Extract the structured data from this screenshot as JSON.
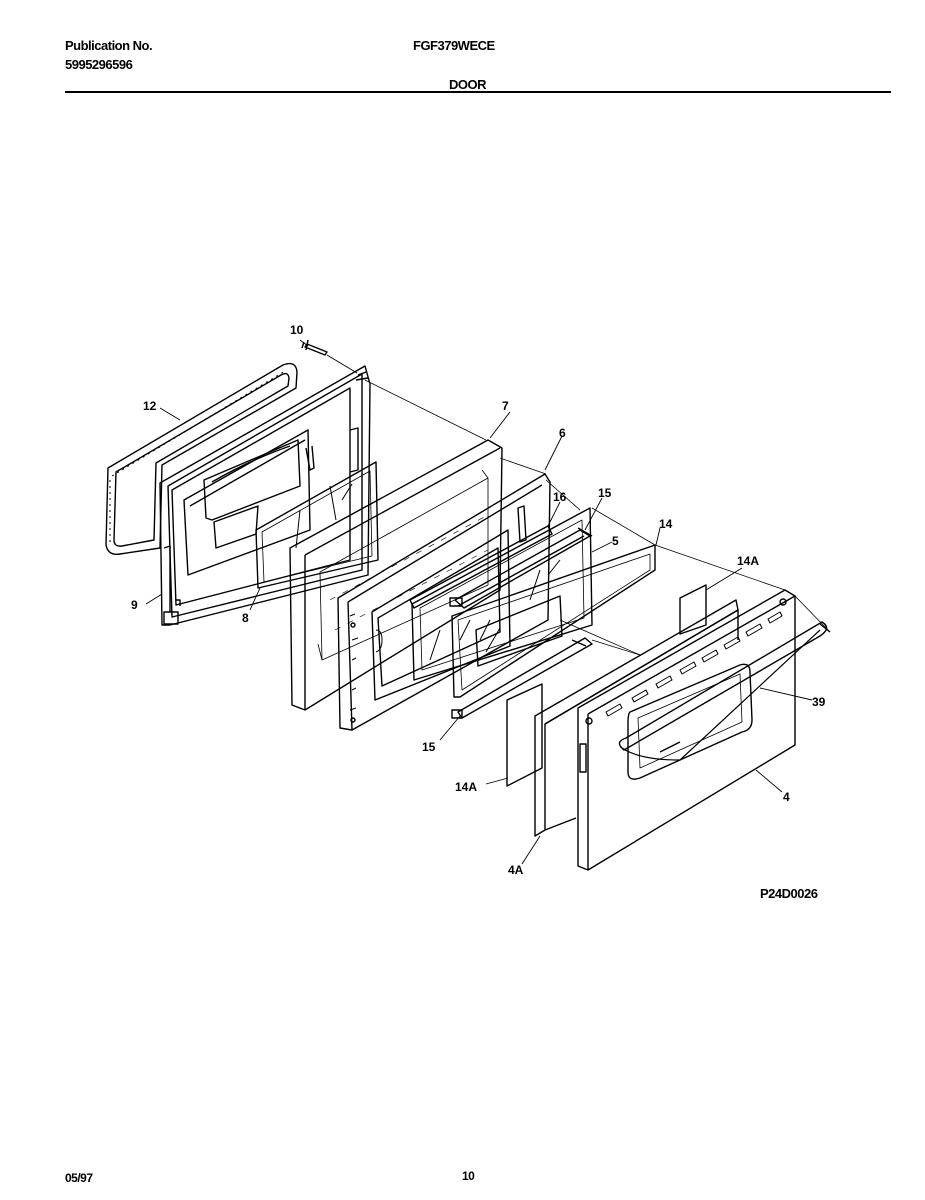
{
  "header": {
    "publication_label": "Publication No.",
    "publication_number": "5995296596",
    "model": "FGF379WECE",
    "section_title": "DOOR"
  },
  "diagram": {
    "callouts": {
      "c10": "10",
      "c12": "12",
      "c7": "7",
      "c6": "6",
      "c16": "16",
      "c15a": "15",
      "c5": "5",
      "c14": "14",
      "c14a_top": "14A",
      "c9": "9",
      "c8": "8",
      "c39": "39",
      "c15b": "15",
      "c14a_bottom": "14A",
      "c4": "4",
      "c4a": "4A"
    },
    "drawing_code": "P24D0026"
  },
  "footer": {
    "date": "05/97",
    "page_number": "10"
  }
}
